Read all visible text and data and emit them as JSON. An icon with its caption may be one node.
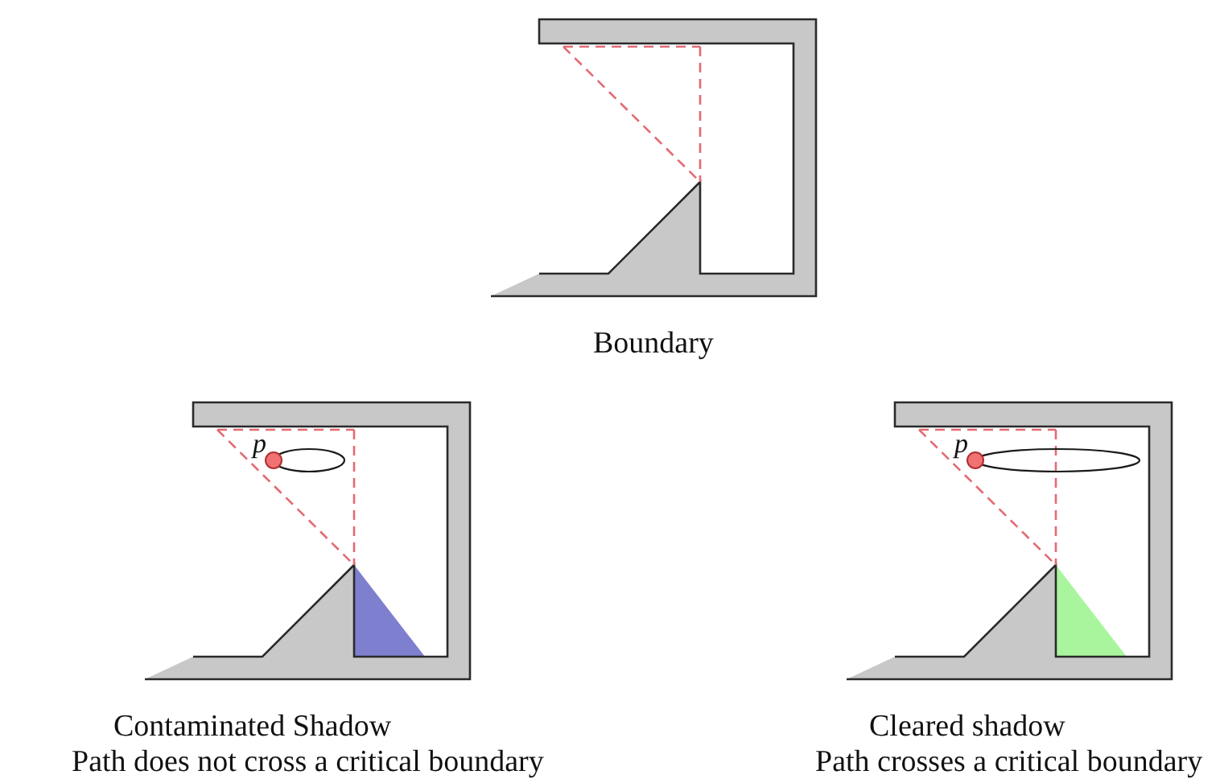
{
  "diagram": {
    "labels": [
      "Boundary",
      "p",
      "Contaminated Shadow",
      "Path does not cross a critical boundary",
      "p",
      "Cleared shadow",
      "Path crosses a critical boundary"
    ]
  }
}
